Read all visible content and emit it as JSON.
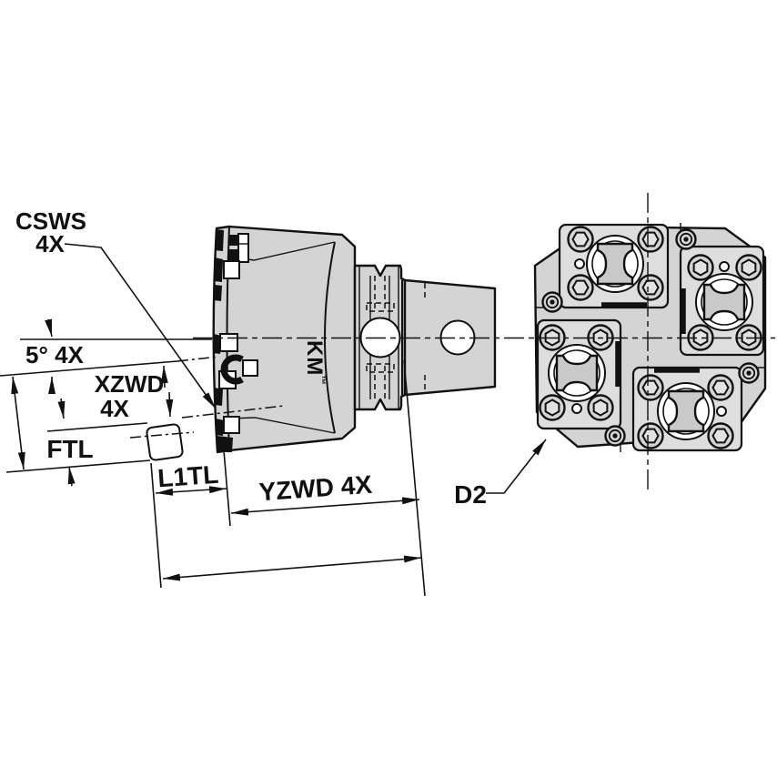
{
  "labels": {
    "csws": "CSWS",
    "csws_qty": "4X",
    "angle": "5° 4X",
    "xzwd": "XZWD",
    "xzwd_qty": "4X",
    "ftl": "FTL",
    "l1tl": "L1TL",
    "yzwd": "YZWD 4X",
    "d2": "D2"
  },
  "logo": {
    "text": "KM",
    "tm": "™"
  },
  "colors": {
    "line": "#111111",
    "metal": "#d4d4d4",
    "seat": "#dedede",
    "insert": "#c9c9c9",
    "paper": "#ffffff"
  }
}
